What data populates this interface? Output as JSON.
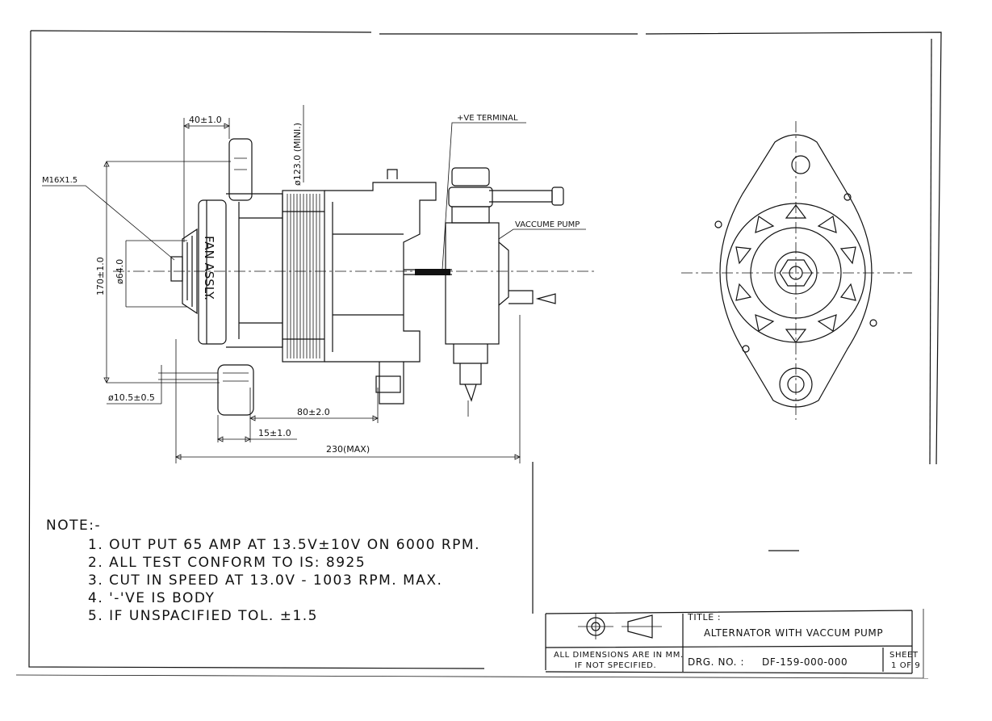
{
  "dimensions": {
    "fan_width": "40±1.0",
    "shaft_thread": "M16X1.5",
    "body_dia": "ø123.0 (MINI.)",
    "mount_height": "170±1.0",
    "pulley_dia": "ø64.0",
    "mount_hole": "ø10.5±0.5",
    "center_80": "80±2.0",
    "lug_15": "15±1.0",
    "overall": "230(MAX)"
  },
  "labels": {
    "fan_assly": "FAN ASSLY.",
    "ve_terminal": "+VE TERMINAL",
    "vaccume_pump": "VACCUME PUMP"
  },
  "notes": {
    "heading": "NOTE:-",
    "items": [
      "1. OUT PUT 65 AMP AT 13.5V±10V ON 6000 RPM.",
      "2. ALL TEST CONFORM TO IS: 8925",
      "3. CUT IN SPEED AT 13.0V - 1003 RPM. MAX.",
      "4. '-'VE IS BODY",
      "5. IF UNSPACIFIED   TOL. ±1.5"
    ]
  },
  "title_block": {
    "title_label": "TITLE :",
    "title": "ALTERNATOR WITH VACCUM PUMP",
    "dims_note_1": "ALL DIMENSIONS ARE IN MM.",
    "dims_note_2": "IF NOT SPECIFIED.",
    "drg_label": "DRG. NO. :",
    "drg_no": "DF-159-000-000",
    "sheet_label": "SHEET",
    "sheet_value": "1 OF 9"
  }
}
